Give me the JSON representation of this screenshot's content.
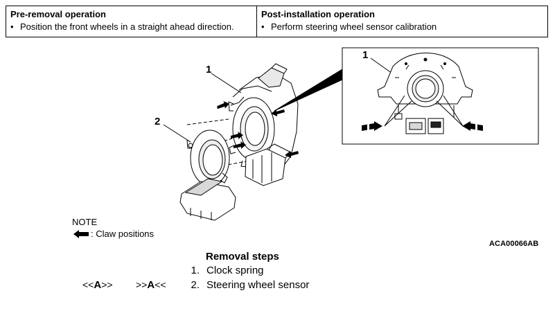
{
  "operations": {
    "pre_removal": {
      "heading": "Pre-removal operation",
      "item": "Position the front wheels in a straight ahead direction."
    },
    "post_installation": {
      "heading": "Post-installation operation",
      "item": "Perform steering wheel sensor calibration"
    },
    "bullet": "•"
  },
  "diagram": {
    "callout_1": "1",
    "callout_2": "2",
    "inset_callout_1": "1",
    "figure_id": "ACA00066AB"
  },
  "note": {
    "label": "NOTE",
    "legend_text": ": Claw positions"
  },
  "removal_steps": {
    "title": "Removal steps",
    "steps": [
      {
        "num": "1.",
        "label": "Clock spring"
      },
      {
        "num": "2.",
        "label": "Steering wheel sensor"
      }
    ],
    "removal_ref": {
      "prefix": "<<",
      "letter": "A",
      "suffix": ">>"
    },
    "install_ref": {
      "prefix": ">>",
      "letter": "A",
      "suffix": "<<"
    }
  }
}
